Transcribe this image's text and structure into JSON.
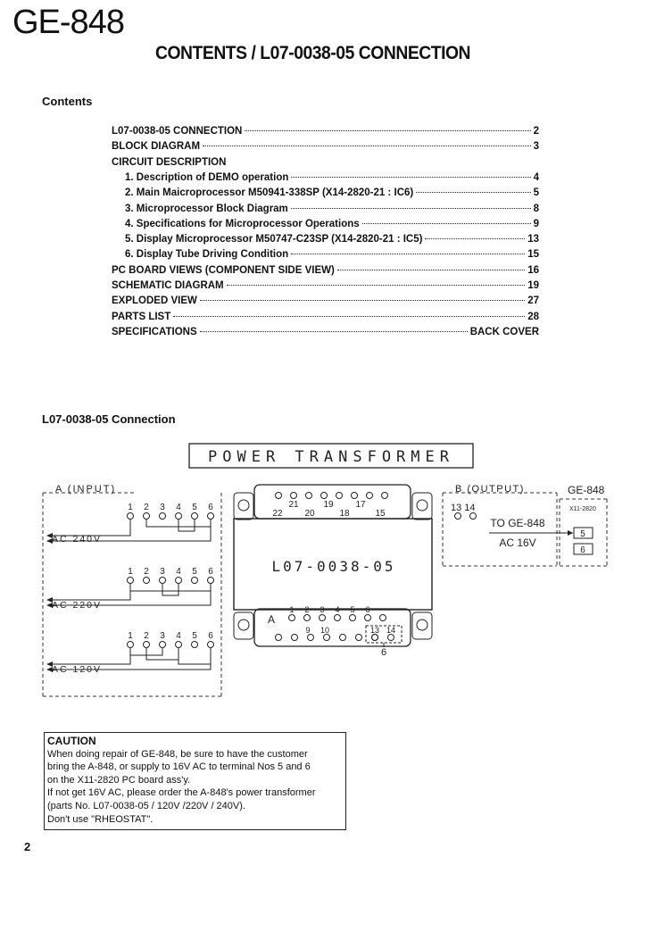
{
  "header": {
    "model": "GE-848",
    "title": "CONTENTS / L07-0038-05 CONNECTION"
  },
  "contents": {
    "heading": "Contents",
    "items": [
      {
        "label": "L07-0038-05 CONNECTION",
        "page": "2",
        "indent": 0,
        "dots": true
      },
      {
        "label": "BLOCK DIAGRAM",
        "page": "3",
        "indent": 0,
        "dots": true
      },
      {
        "label": "CIRCUIT DESCRIPTION",
        "page": "",
        "indent": 0,
        "dots": false
      },
      {
        "label": "1. Description of DEMO operation",
        "page": "4",
        "indent": 1,
        "dots": true
      },
      {
        "label": "2. Main Maicroprocessor  M50941-338SP (X14-2820-21 : IC6)",
        "page": "5",
        "indent": 1,
        "dots": true
      },
      {
        "label": "3. Microprocessor Block Diagram",
        "page": "8",
        "indent": 1,
        "dots": true
      },
      {
        "label": "4. Specifications for Microprocessor Operations",
        "page": "9",
        "indent": 1,
        "dots": true
      },
      {
        "label": "5. Display Microprocessor  M50747-C23SP (X14-2820-21 : IC5)",
        "page": "13",
        "indent": 1,
        "dots": true
      },
      {
        "label": "6. Display Tube Driving Condition",
        "page": "15",
        "indent": 1,
        "dots": true
      },
      {
        "label": "PC BOARD VIEWS (COMPONENT SIDE VIEW)",
        "page": "16",
        "indent": 0,
        "dots": true
      },
      {
        "label": "SCHEMATIC DIAGRAM",
        "page": "19",
        "indent": 0,
        "dots": true
      },
      {
        "label": "EXPLODED VIEW",
        "page": "27",
        "indent": 0,
        "dots": true
      },
      {
        "label": "PARTS LIST",
        "page": "28",
        "indent": 0,
        "dots": true
      },
      {
        "label": "SPECIFICATIONS",
        "page": "BACK COVER",
        "indent": 0,
        "dots": true
      }
    ]
  },
  "connection": {
    "heading": "L07-0038-05 Connection",
    "transformer_label": "POWER TRANSFORMER",
    "input_label": "A (INPUT)",
    "output_label": "B (OUTPUT)",
    "part_number": "L07-0038-05",
    "target_model": "GE-848",
    "target_board": "X11-2820",
    "to_label": "TO GE-848",
    "output_voltage": "AC 16V",
    "out_pins": "13 14",
    "terminal_5": "5",
    "terminal_6": "6",
    "pin_numbers": [
      "1",
      "2",
      "3",
      "4",
      "5",
      "6"
    ],
    "voltages": [
      "AC 240V",
      "AC 220V",
      "AC 120V"
    ],
    "top_pins": [
      "22",
      "21",
      "20",
      "19",
      "18",
      "17",
      "15"
    ],
    "bottom_letter": "A",
    "bottom_pins": [
      "1",
      "2",
      "3",
      "4",
      "5",
      "6"
    ],
    "bottom_lower": [
      "9",
      "10",
      "13",
      "14"
    ],
    "bottom_callout": "6"
  },
  "caution": {
    "heading": "CAUTION",
    "lines": [
      "When doing repair of GE-848, be sure to have the customer",
      "bring the A-848, or supply to 16V AC to terminal Nos 5 and 6",
      "on the X11-2820 PC board ass'y.",
      "If not get 16V AC, please order the A-848's power transformer",
      "(parts No. L07-0038-05 / 120V /220V / 240V).",
      "Don't use \"RHEOSTAT\"."
    ]
  },
  "footer": {
    "page_number": "2"
  }
}
